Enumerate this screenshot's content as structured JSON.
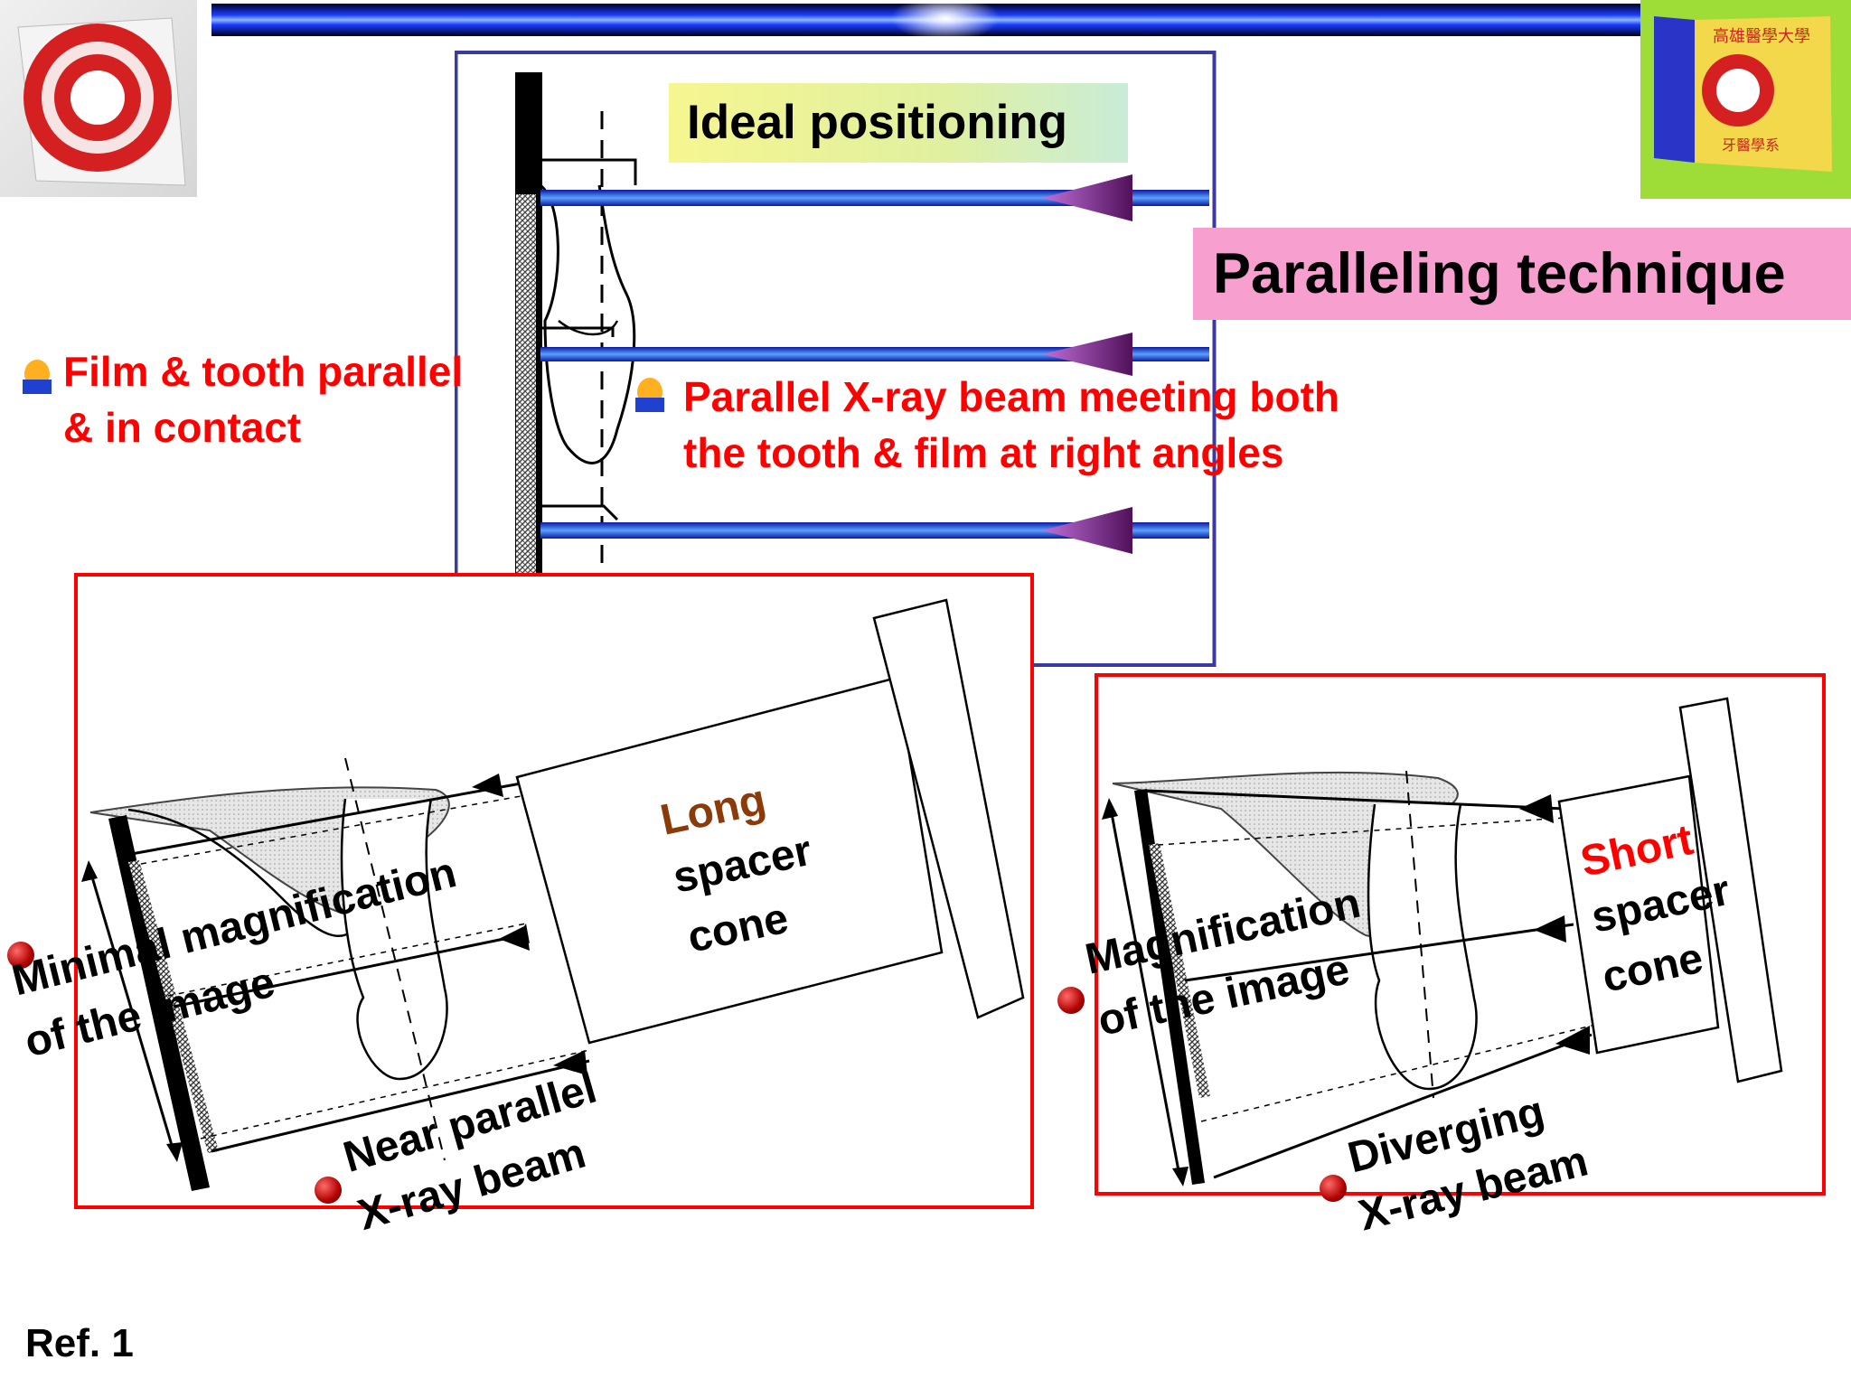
{
  "slide": {
    "title": "Paralleling technique",
    "ideal_label": "Ideal positioning",
    "bullet_left": [
      "Film & tooth parallel",
      "& in contact"
    ],
    "bullet_center": [
      "Parallel X-ray beam meeting both",
      "the tooth & film at right angles"
    ],
    "reference": "Ref. 1"
  },
  "left_panel": {
    "cone_word1": "Long",
    "cone_word2": "spacer",
    "cone_word3": "cone",
    "magnification": [
      "Minimal magnification",
      "of the image"
    ],
    "beam": [
      "Near parallel",
      "X-ray beam"
    ]
  },
  "right_panel": {
    "cone_word1": "Short",
    "cone_word2": "spacer",
    "cone_word3": "cone",
    "magnification": [
      "Magnification",
      "of the image"
    ],
    "beam": [
      "Diverging",
      "X-ray beam"
    ]
  },
  "logos": {
    "left_seal": "university seal",
    "right_flag_text_top": "高雄醫學大學",
    "right_flag_text_bottom": "牙醫學系"
  },
  "colors": {
    "accent_red": "#ff0000",
    "frame_blue": "#3a3aa0",
    "beam_blue": "#1a3cff",
    "long_word": "#8b3a0a",
    "title_bg": "#f7a0cf"
  }
}
